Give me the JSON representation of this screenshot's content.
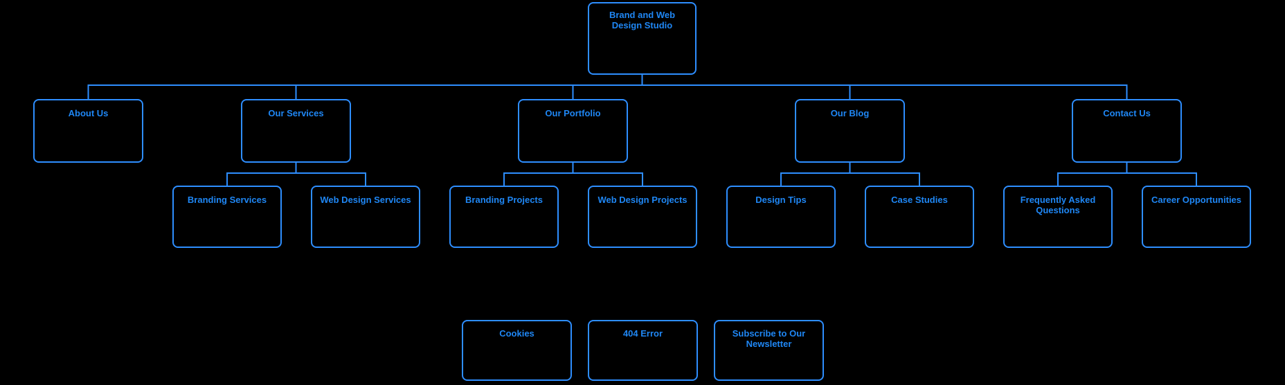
{
  "diagram": {
    "type": "sitemap",
    "colors": {
      "background": "#000000",
      "connector_line": "#2E8EFF",
      "label_text": "#1F87F5"
    },
    "root": {
      "label": "Brand and Web Design Studio"
    },
    "sections": [
      {
        "label": "About Us",
        "children": []
      },
      {
        "label": "Our Services",
        "children": [
          {
            "label": "Branding Services"
          },
          {
            "label": "Web Design Services"
          }
        ]
      },
      {
        "label": "Our Portfolio",
        "children": [
          {
            "label": "Branding Projects"
          },
          {
            "label": "Web Design Projects"
          }
        ]
      },
      {
        "label": "Our Blog",
        "children": [
          {
            "label": "Design Tips"
          },
          {
            "label": "Case Studies"
          }
        ]
      },
      {
        "label": "Contact Us",
        "children": [
          {
            "label": "Frequently Asked Questions"
          },
          {
            "label": "Career Opportunities"
          }
        ]
      }
    ],
    "utility_pages": [
      {
        "label": "Cookies"
      },
      {
        "label": "404 Error"
      },
      {
        "label": "Subscribe to Our Newsletter"
      }
    ]
  }
}
